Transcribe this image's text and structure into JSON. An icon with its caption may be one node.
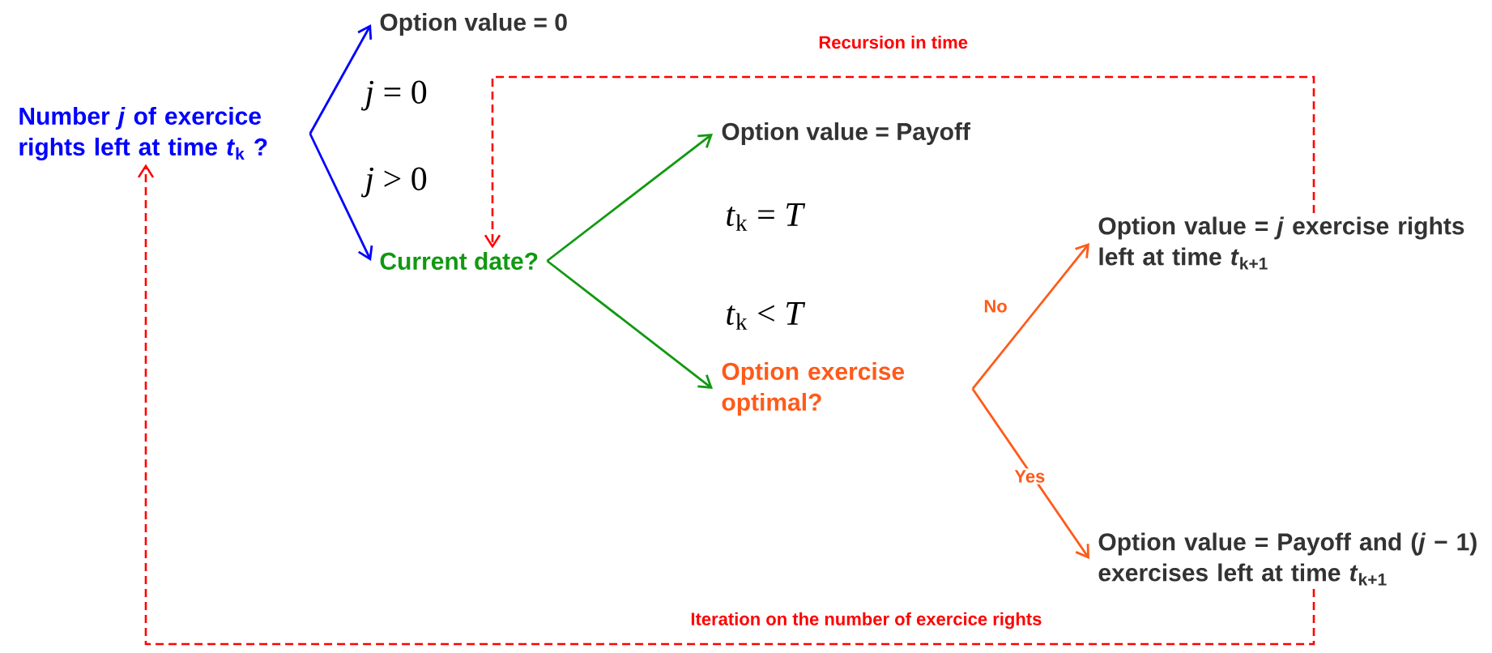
{
  "diagram": {
    "nodes": [
      {
        "text": [
          "Number *j* of exercice rights left at time *t*$_{k}$ ?"
        ]
      },
      {
        "text": [
          "Option value = 0"
        ]
      },
      {
        "text": [
          "Current date?"
        ]
      },
      {
        "text": [
          "Option value = Payoff"
        ]
      },
      {
        "text": [
          "Option exercise optimal?"
        ]
      },
      {
        "text": [
          "Option value = *j* exercise rights left at time *t*$_{k+1}$"
        ]
      },
      {
        "text": [
          "Option value = Payoff and (*j* − 1) exercises left at time *t*$_{k+1}$"
        ]
      }
    ],
    "edges": [
      {
        "from": 0,
        "to": 1,
        "arrow": "to",
        "label": "*j* = 0",
        "color": "#0000ff"
      },
      {
        "from": 0,
        "to": 2,
        "arrow": "to",
        "label": "*j* > 0",
        "color": "#0000ff"
      },
      {
        "from": 2,
        "to": 3,
        "arrow": "to",
        "label": "*t*$_{k}$ = *T*",
        "color": "#119911"
      },
      {
        "from": 2,
        "to": 4,
        "arrow": "to",
        "label": "*t*$_{k}$ < *T*",
        "color": "#119911"
      },
      {
        "from": 4,
        "to": 5,
        "arrow": "to",
        "label": "No",
        "color": "#ff5a1a"
      },
      {
        "from": 4,
        "to": 6,
        "arrow": "to",
        "label": "Yes",
        "color": "#ff5a1a"
      },
      {
        "from": 5,
        "to": 2,
        "arrow": "to",
        "label": "Recursion in time",
        "style": "dashed",
        "color": "#ff0000"
      },
      {
        "from": 6,
        "to": 0,
        "arrow": "to",
        "label": "Iteration on the number of exercice rights",
        "style": "dashed",
        "color": "#ff0000"
      }
    ]
  }
}
